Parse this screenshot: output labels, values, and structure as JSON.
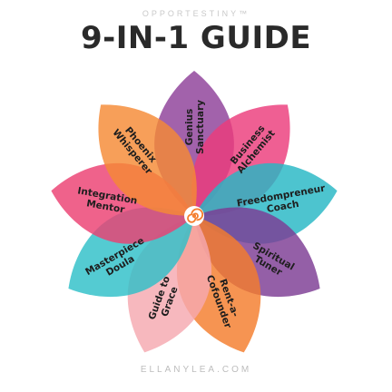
{
  "header": {
    "brand": "OPPORTESTINY™",
    "title": "9-IN-1 GUIDE"
  },
  "footer": {
    "site": "ELLANYLEA.COM"
  },
  "center_icon": "spiral-icon",
  "petals": [
    {
      "id": "genius-sanctuary",
      "lines": [
        "Genius",
        "Sanctuary"
      ],
      "color": "#8e3f98"
    },
    {
      "id": "business-alchemist",
      "lines": [
        "Business",
        "Alchemist"
      ],
      "color": "#ec3c7b"
    },
    {
      "id": "freedompreneur-coach",
      "lines": [
        "Freedompreneur",
        "Coach"
      ],
      "color": "#26b7c4"
    },
    {
      "id": "spiritual-tuner",
      "lines": [
        "Spiritual",
        "Tuner"
      ],
      "color": "#7c3c94"
    },
    {
      "id": "rent-a-cofounder",
      "lines": [
        "Rent-a-",
        "Cofounder"
      ],
      "color": "#f47d2c"
    },
    {
      "id": "guide-to-grace",
      "lines": [
        "Guide to",
        "Grace"
      ],
      "color": "#f5a8b0"
    },
    {
      "id": "masterpiece-doula",
      "lines": [
        "Masterpiece",
        "Doula"
      ],
      "color": "#2ec0c8"
    },
    {
      "id": "integration-mentor",
      "lines": [
        "Integration",
        "Mentor"
      ],
      "color": "#eb3f72"
    },
    {
      "id": "phoenix-whisperer",
      "lines": [
        "Phoenix",
        "Whisperer"
      ],
      "color": "#f58a35"
    }
  ]
}
